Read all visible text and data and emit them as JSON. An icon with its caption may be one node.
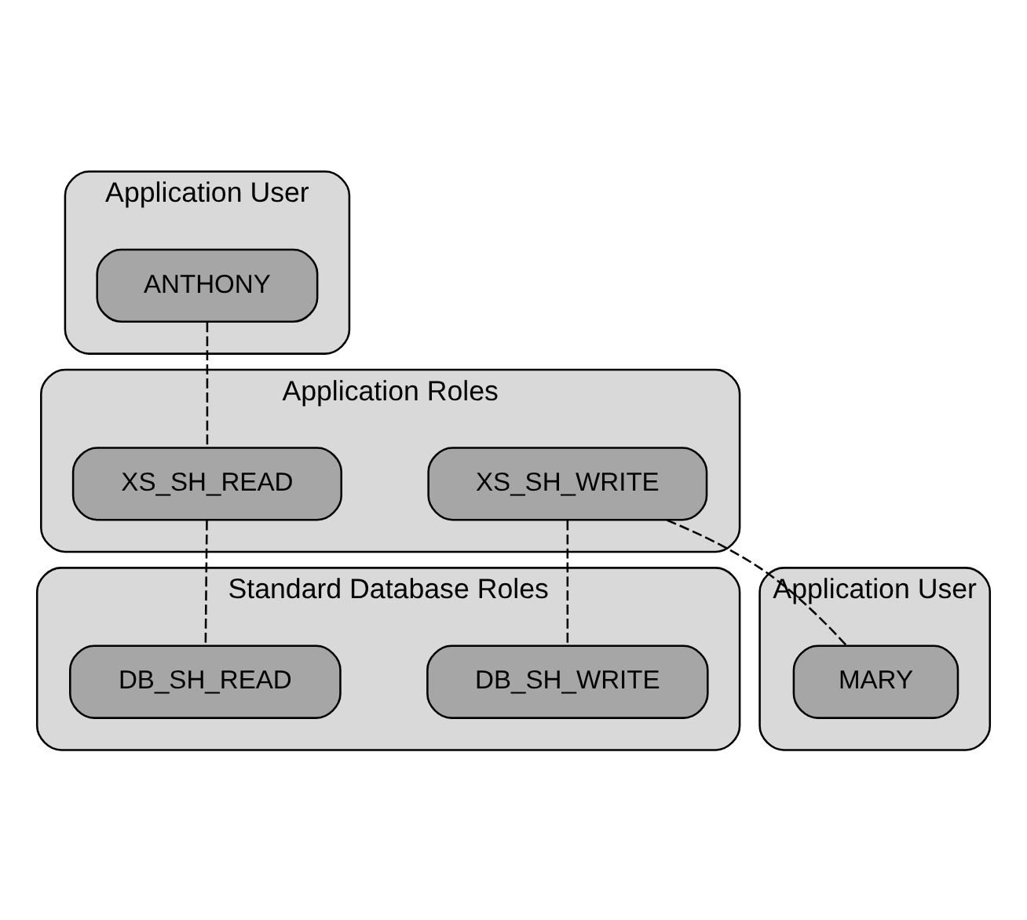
{
  "diagram": {
    "nodes": [
      {
        "text": [
          "Application User"
        ]
      },
      {
        "text": [
          "ANTHONY"
        ],
        "in": 0
      },
      {
        "text": [
          "Application Roles"
        ]
      },
      {
        "text": [
          "XS_SH_READ"
        ],
        "in": 2
      },
      {
        "text": [
          "XS_SH_WRITE"
        ],
        "in": 2
      },
      {
        "text": [
          "Standard Database Roles"
        ]
      },
      {
        "text": [
          "DB_SH_READ"
        ],
        "in": 5
      },
      {
        "text": [
          "DB_SH_WRITE"
        ],
        "in": 5
      },
      {
        "text": [
          "Application User"
        ]
      },
      {
        "text": [
          "MARY"
        ],
        "in": 8
      }
    ],
    "edges": [
      {
        "from": 1,
        "to": 3,
        "arrow": "none",
        "style": "dashed"
      },
      {
        "from": 3,
        "to": 6,
        "arrow": "none",
        "style": "dashed"
      },
      {
        "from": 4,
        "to": 7,
        "arrow": "none",
        "style": "dashed"
      },
      {
        "from": 9,
        "to": 4,
        "arrow": "none",
        "style": "dashed"
      }
    ]
  }
}
